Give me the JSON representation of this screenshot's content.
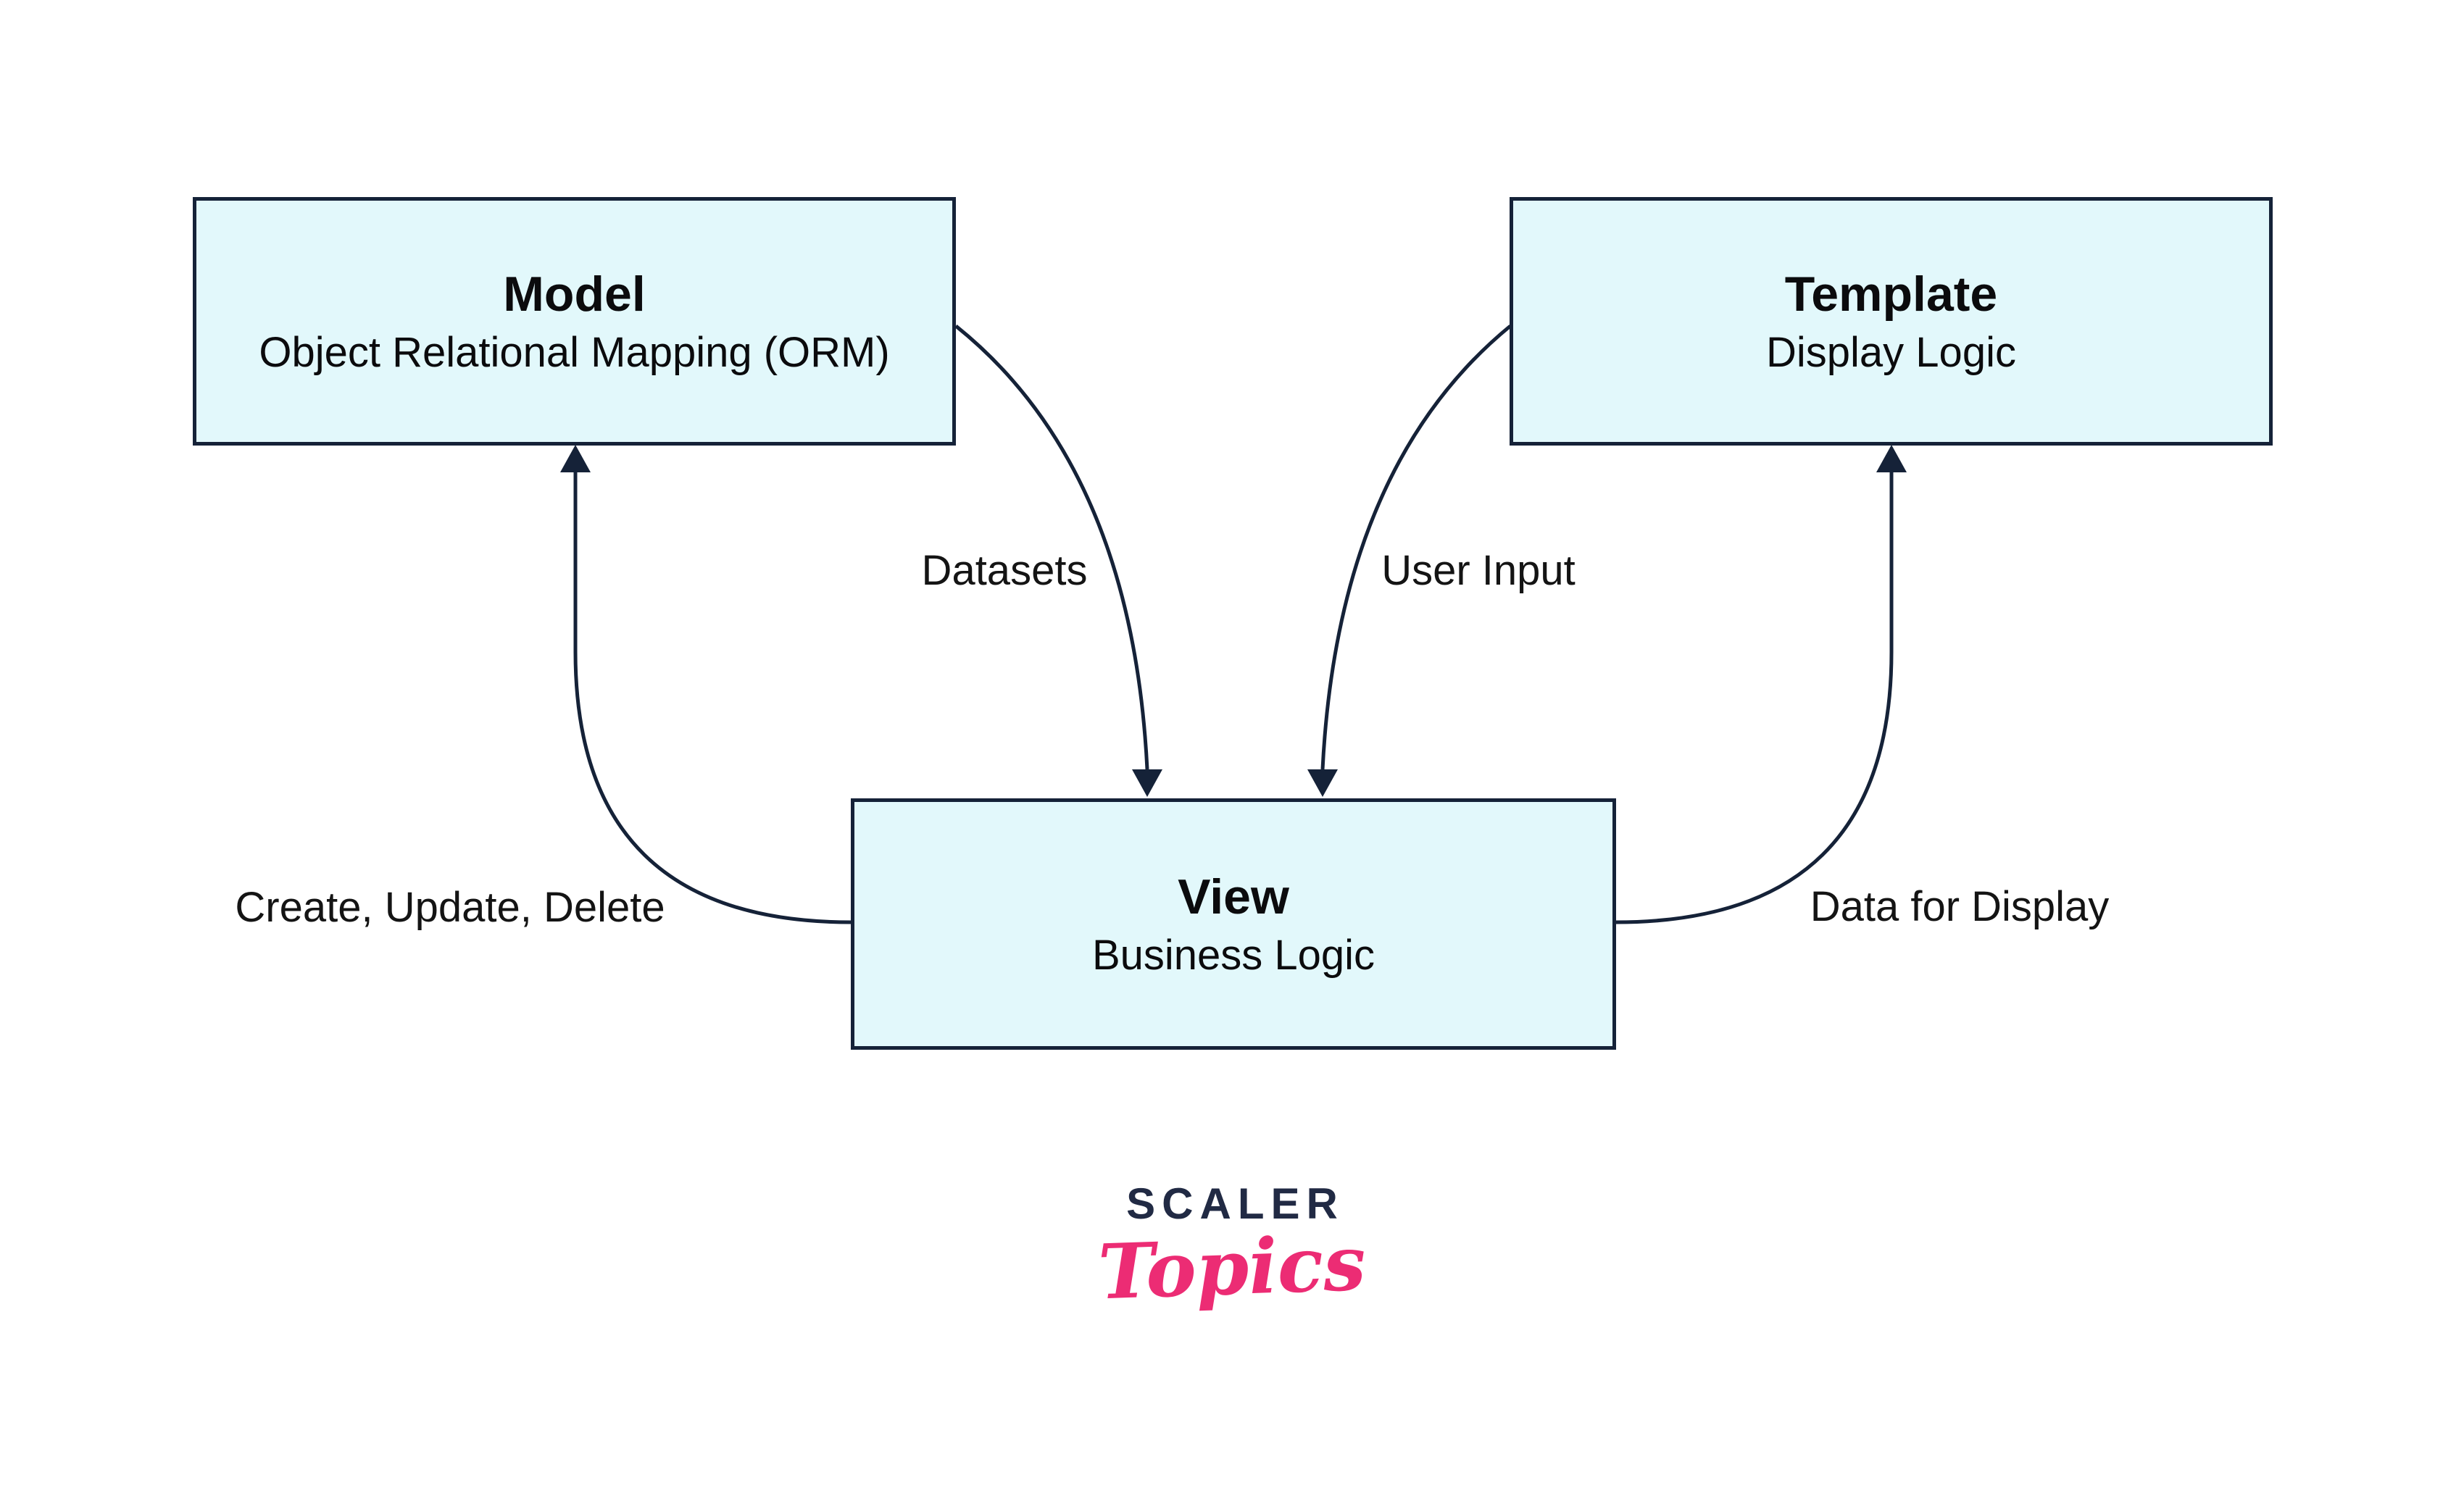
{
  "diagram": {
    "title_hint": "Django MVT architecture flow",
    "nodes": [
      {
        "id": "model",
        "title": "Model",
        "subtitle": "Object Relational Mapping (ORM)"
      },
      {
        "id": "template",
        "title": "Template",
        "subtitle": "Display Logic"
      },
      {
        "id": "view",
        "title": "View",
        "subtitle": "Business Logic"
      }
    ],
    "edges": [
      {
        "id": "view-to-model",
        "from": "view",
        "to": "model",
        "label": "Create, Update, Delete"
      },
      {
        "id": "model-to-view",
        "from": "model",
        "to": "view",
        "label": "Datasets"
      },
      {
        "id": "template-to-view",
        "from": "template",
        "to": "view",
        "label": "User Input"
      },
      {
        "id": "view-to-template",
        "from": "view",
        "to": "template",
        "label": "Data for Display"
      }
    ]
  },
  "logo": {
    "brand": "SCALER",
    "sub": "Topics"
  },
  "colors": {
    "box-fill": "#e2f8fb",
    "stroke": "#152238",
    "text": "#0b0b0d",
    "label": "#141414",
    "brand-navy": "#212a44",
    "brand-pink": "#ec2c74",
    "background": "#ffffff"
  }
}
